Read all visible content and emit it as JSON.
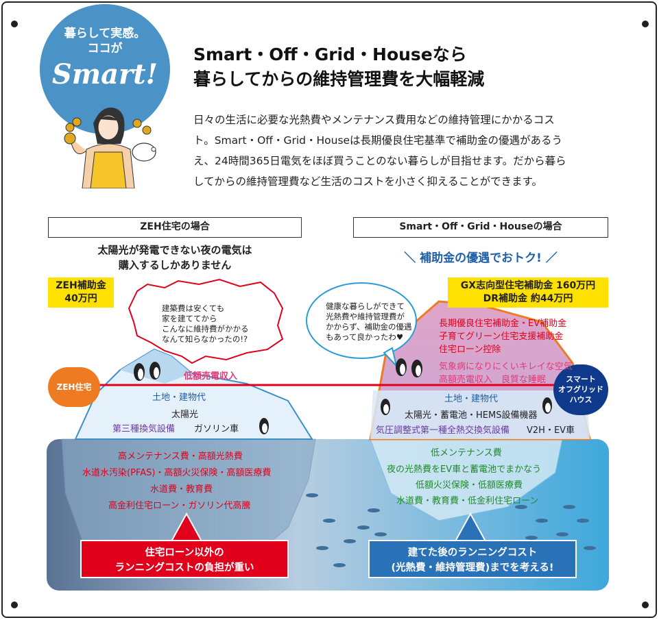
{
  "badge": {
    "line1": "暮らして実感。",
    "line2": "ココが",
    "smart": "Smart!"
  },
  "headline": {
    "line1": "Smart・Off・Grid・Houseなら",
    "line2": "暮らしてからの維持管理費を大幅軽減"
  },
  "intro": {
    "line1": "日々の生活に必要な光熱費やメンテナンス費用などの維持管理にかかるコス",
    "line2": "ト。Smart・Off・Grid・Houseは長期優良住宅基準で補助金の優遇があるう",
    "line3": "え、24時間365日電気をほぼ買うことのない暮らしが目指せます。だから暮ら",
    "line4": "してからの維持管理費など生活のコストを小さく抑えることができます。"
  },
  "left": {
    "header": "ZEH住宅の場合",
    "subtitle_line1": "太陽光が発電できない夜の電気は",
    "subtitle_line2": "購入するしかありません",
    "subsidy_line1": "ZEH補助金",
    "subsidy_line2": "40万円",
    "bubble": {
      "line1": "建築費は安くても",
      "line2": "家を建ててから",
      "line3": "こんなに維持費がかかる",
      "line4": "なんて知らなかったの!?"
    },
    "circle_label": "ZEH住宅",
    "above": {
      "sell": "低額売電収入",
      "land": "土地・建物代",
      "solar": "太陽光",
      "vent": "第三種換気設備",
      "car": "ガソリン車"
    },
    "below": {
      "item1": "高メンテナンス費・高額光熱費",
      "item2": "水道水汚染(PFAS)・高額火災保険・高額医療費",
      "item3": "水道費・教育費",
      "item4": "高金利住宅ローン・ガソリン代高騰"
    },
    "callout_line1": "住宅ローン以外の",
    "callout_line2": "ランニングコストの負担が重い"
  },
  "right": {
    "header": "Smart・Off・Grid・Houseの場合",
    "subtitle": "＼ 補助金の優遇でおトク! ／",
    "subsidy_line1": "GX志向型住宅補助金 160万円",
    "subsidy_line2": "DR補助金 約44万円",
    "bubble": {
      "line1": "健康な暮らしができて",
      "line2": "光熱費や維持管理費が",
      "line3": "かからず、補助金の優遇",
      "line4": "もあって良かったわ♥"
    },
    "circle_label_line1": "スマート",
    "circle_label_line2": "オフグリッド",
    "circle_label_line3": "ハウス",
    "benefits": {
      "b1": "長期優良住宅補助金・EV補助金",
      "b2": "子育てグリーン住宅支援補助金",
      "b3": "住宅ローン控除",
      "b4": "気象病になりにくいキレイな空気",
      "b5": "高額売電収入　良質な睡眠"
    },
    "above": {
      "land": "土地・建物代",
      "solar": "太陽光・蓄電池・HEMS設備機器",
      "vent": "気圧調整式第一種全熱交換気設備",
      "car": "V2H・EV車"
    },
    "below": {
      "item1": "低メンテナンス費",
      "item2": "夜の光熱費をEV車と蓄電池でまかなう",
      "item3": "低額火災保険・低額医療費",
      "item4": "水道費・教育費・低金利住宅ローン"
    },
    "callout_line1": "建てた後のランニングコスト",
    "callout_line2": "(光熱費・維持管理費)までを考える!"
  },
  "colors": {
    "badge_blue": "#4b93c7",
    "accent_red": "#e0001b",
    "accent_blue": "#1d5fa8",
    "yellow": "#ffe100",
    "orange": "#ee7a22",
    "navy": "#0f3a8c",
    "pink": "#e03a77",
    "green": "#1f8a2a"
  }
}
